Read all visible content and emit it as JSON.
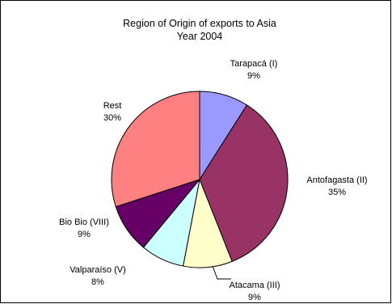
{
  "chart_data": {
    "type": "pie",
    "title": "Region of Origin of exports to Asia",
    "subtitle": "Year 2004",
    "start_at": "12 o'clock",
    "direction": "clockwise",
    "legend": "none",
    "slices": [
      {
        "label": "Tarapacá (I)",
        "value_label": "9%",
        "value": 9,
        "color": "#9999ff"
      },
      {
        "label": "Antofagasta (II)",
        "value_label": "35%",
        "value": 35,
        "color": "#993366"
      },
      {
        "label": "Atacama (III)",
        "value_label": "9%",
        "value": 9,
        "color": "#ffffcc"
      },
      {
        "label": "Valparaíso (V)",
        "value_label": "8%",
        "value": 8,
        "color": "#ccffff"
      },
      {
        "label": "Bio Bio (VIII)",
        "value_label": "9%",
        "value": 9,
        "color": "#660066"
      },
      {
        "label": "Rest",
        "value_label": "30%",
        "value": 30,
        "color": "#ff8080"
      }
    ]
  }
}
